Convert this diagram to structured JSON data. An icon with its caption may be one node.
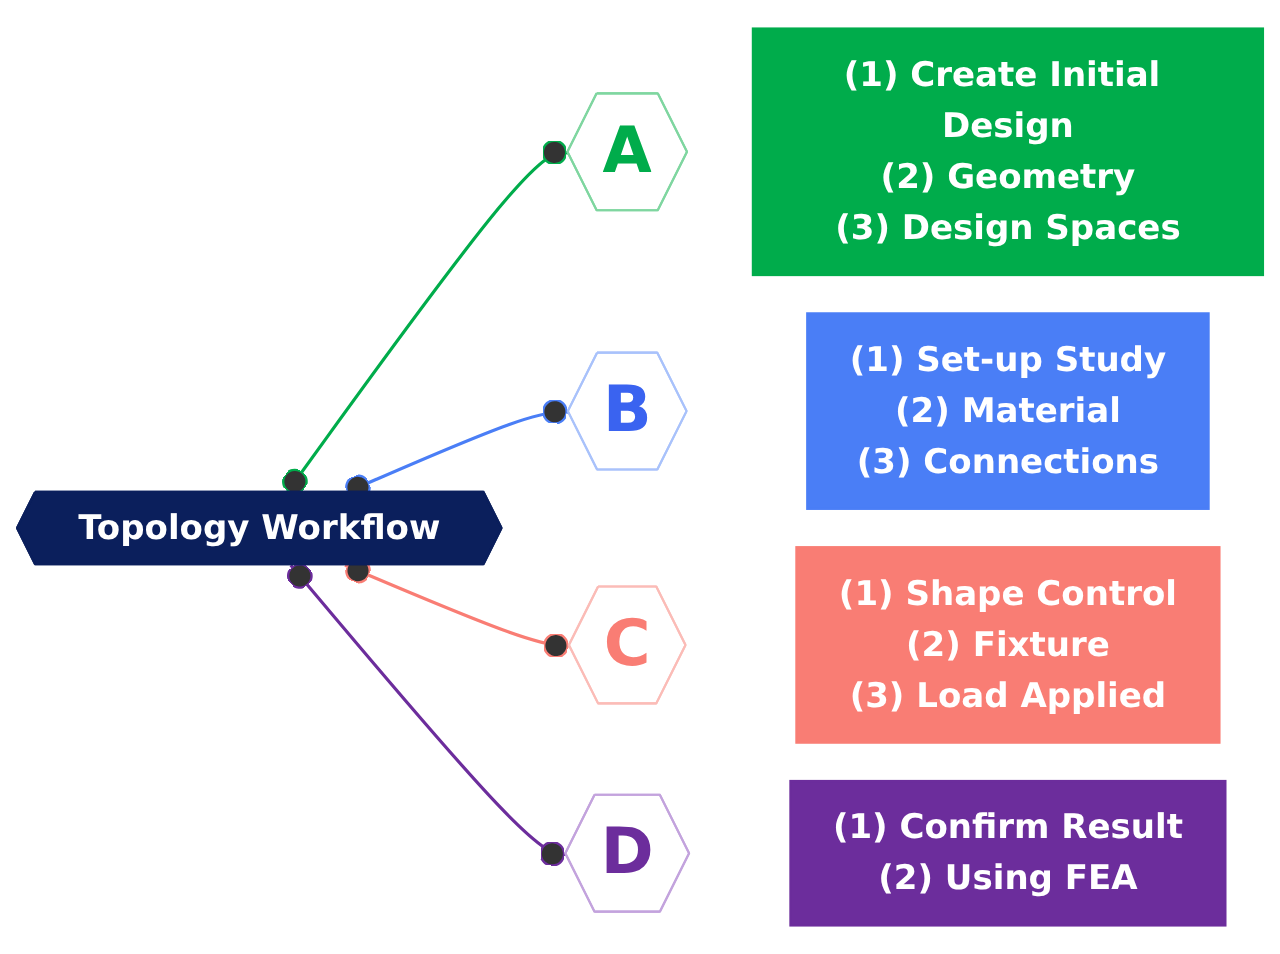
{
  "diagram": {
    "nodes": [
      {
        "text": [
          "Topology Workflow"
        ]
      },
      {
        "text": [
          "A"
        ]
      },
      {
        "text": [
          "(1) Create Initial Design",
          "(2) Geometry",
          "(3) Design Spaces"
        ]
      },
      {
        "text": [
          "B"
        ]
      },
      {
        "text": [
          "(1) Set-up Study",
          "(2) Material",
          "(3) Connections"
        ]
      },
      {
        "text": [
          "C"
        ]
      },
      {
        "text": [
          "(1) Shape Control",
          "(2) Fixture",
          "(3) Load Applied"
        ]
      },
      {
        "text": [
          "D"
        ]
      },
      {
        "text": [
          "(1) Confirm Result",
          "(2) Using FEA"
        ]
      }
    ],
    "edges": [
      {
        "from": 0,
        "to": 1,
        "arrow": "other",
        "color": "#00ac4b"
      },
      {
        "from": 0,
        "to": 3,
        "arrow": "other",
        "color": "#4a7ef6"
      },
      {
        "from": 0,
        "to": 5,
        "arrow": "other",
        "color": "#f97d74"
      },
      {
        "from": 0,
        "to": 7,
        "arrow": "other",
        "color": "#6c2d9c"
      }
    ]
  }
}
